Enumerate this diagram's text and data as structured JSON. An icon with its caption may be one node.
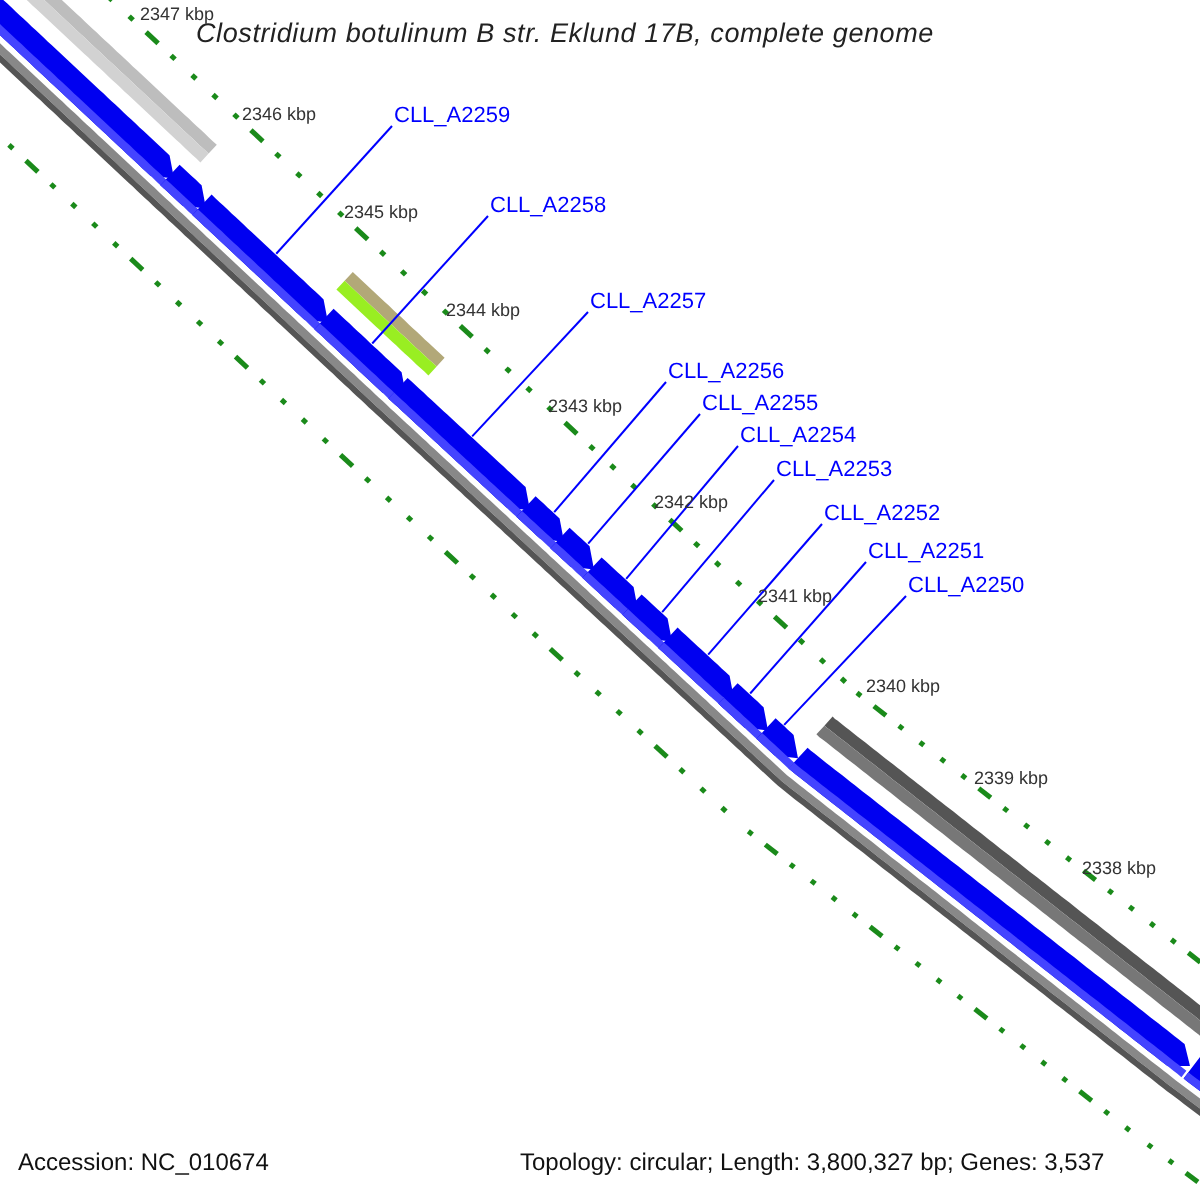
{
  "diagram": {
    "title": "Clostridium botulinum B str. Eklund 17B, complete genome",
    "nodes": [
      {
        "text": [
          "CLL_A2259"
        ]
      },
      {
        "text": [
          "CLL_A2258"
        ]
      },
      {
        "text": [
          "CLL_A2257"
        ]
      },
      {
        "text": [
          "CLL_A2256"
        ]
      },
      {
        "text": [
          "CLL_A2255"
        ]
      },
      {
        "text": [
          "CLL_A2254"
        ]
      },
      {
        "text": [
          "CLL_A2253"
        ]
      },
      {
        "text": [
          "CLL_A2252"
        ]
      },
      {
        "text": [
          "CLL_A2251"
        ]
      },
      {
        "text": [
          "CLL_A2250"
        ]
      },
      {
        "text": [],
        "shape": "bar"
      },
      {
        "text": [],
        "shape": "bar"
      },
      {
        "text": [],
        "shape": "bar"
      },
      {
        "text": [],
        "shape": "bar"
      },
      {
        "text": [],
        "shape": "bar"
      },
      {
        "text": [],
        "shape": "bar"
      },
      {
        "text": [],
        "shape": "bar"
      },
      {
        "text": [],
        "shape": "bar"
      },
      {
        "text": [],
        "shape": "bar"
      },
      {
        "text": [],
        "shape": "bar"
      },
      {
        "text": [],
        "shape": "bar"
      },
      {
        "text": [],
        "shape": "bar"
      },
      {
        "text": [],
        "shape": "bar"
      },
      {
        "text": [],
        "shape": "bar"
      }
    ],
    "edges": [
      {
        "from": 0,
        "to": 12,
        "arrow": "none"
      },
      {
        "from": 1,
        "to": 13,
        "arrow": "none"
      },
      {
        "from": 2,
        "to": 14,
        "arrow": "none"
      },
      {
        "from": 3,
        "to": 15,
        "arrow": "none"
      },
      {
        "from": 4,
        "to": 16,
        "arrow": "none"
      },
      {
        "from": 5,
        "to": 17,
        "arrow": "none"
      },
      {
        "from": 6,
        "to": 18,
        "arrow": "none"
      },
      {
        "from": 7,
        "to": 19,
        "arrow": "none"
      },
      {
        "from": 8,
        "to": 20,
        "arrow": "none"
      },
      {
        "from": 9,
        "to": 21,
        "arrow": "none"
      }
    ],
    "labels": [
      "2347 kbp",
      "2346 kbp",
      "2345 kbp",
      "2344 kbp",
      "2343 kbp",
      "2342 kbp",
      "2341 kbp",
      "2340 kbp",
      "2339 kbp",
      "2338 kbp",
      "Accession: NC_010674",
      "Topology: circular; Length: 3,800,327 bp; Genes: 3,537"
    ]
  }
}
